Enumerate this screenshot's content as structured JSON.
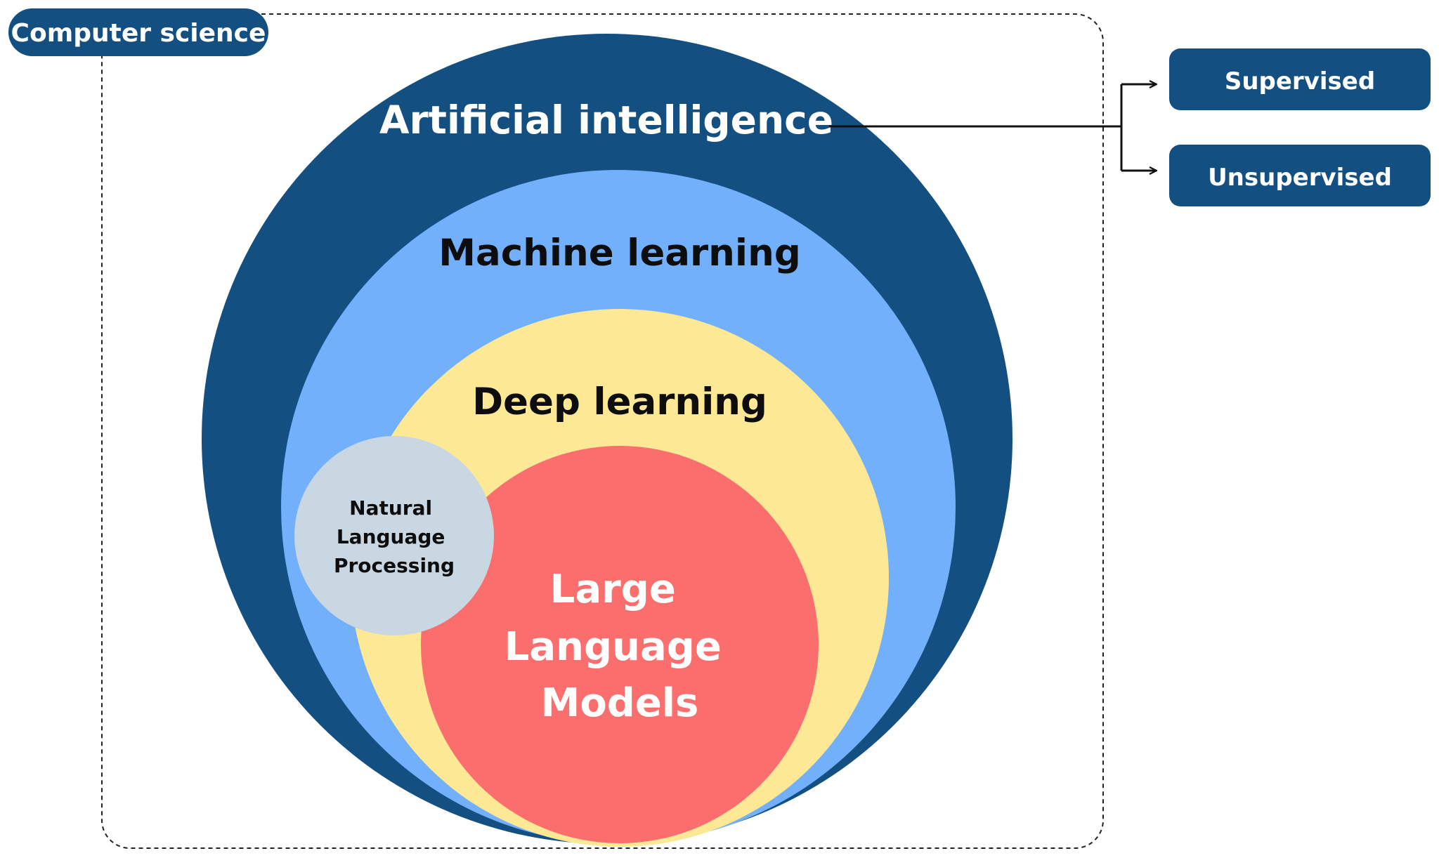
{
  "title_pill": {
    "label": "Computer science"
  },
  "circles": {
    "ai": {
      "label": "Artificial intelligence"
    },
    "ml": {
      "label": "Machine learning"
    },
    "dl": {
      "label": "Deep learning"
    },
    "nlp": {
      "lines": [
        "Natural",
        "Language",
        "Processing"
      ]
    },
    "llm": {
      "lines": [
        "Large",
        "Language",
        "Models"
      ]
    }
  },
  "branches": {
    "supervised": {
      "label": "Supervised"
    },
    "unsupervised": {
      "label": "Unsupervised"
    }
  },
  "colors": {
    "navy": "#144f82",
    "light_blue": "#72b0fb",
    "yellow": "#fde895",
    "red": "#fa6e6e",
    "gray": "#c9d7e2",
    "white": "#ffffff",
    "black": "#0d0d0d"
  }
}
